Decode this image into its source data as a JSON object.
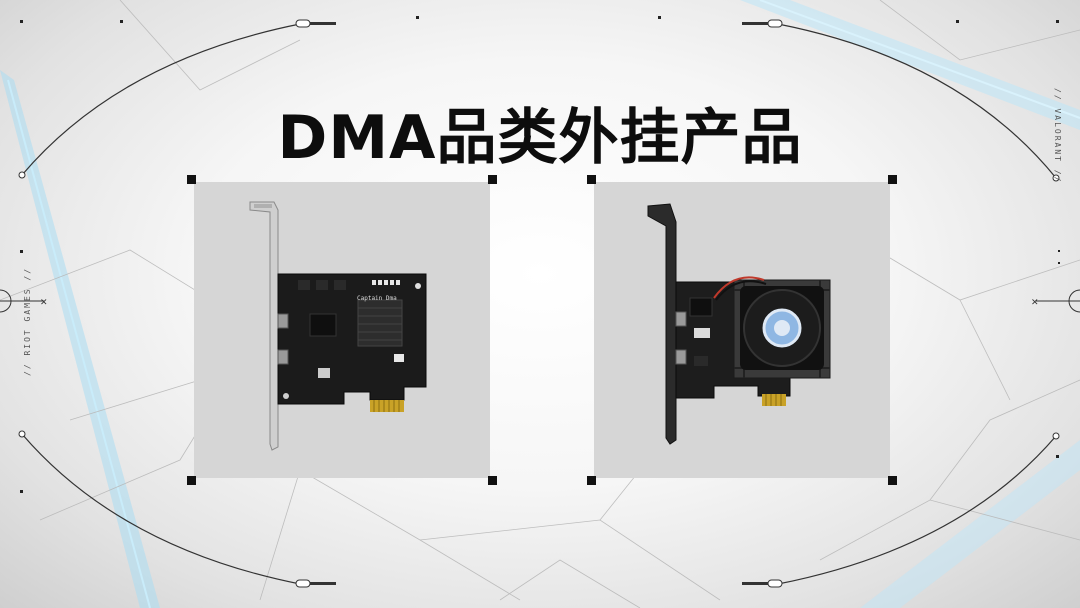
{
  "slide": {
    "title": "DMA品类外挂产品",
    "side_left_text": "// RIOT GAMES //",
    "side_right_text": "// VALORANT //"
  },
  "products": [
    {
      "pcb_label": "Captain Dma"
    },
    {
      "pcb_label": ""
    }
  ],
  "colors": {
    "title": "#0d0d0d",
    "card_bg": "#d6d6d6",
    "corner": "#111111",
    "accent_line": "#8fd3f4"
  }
}
